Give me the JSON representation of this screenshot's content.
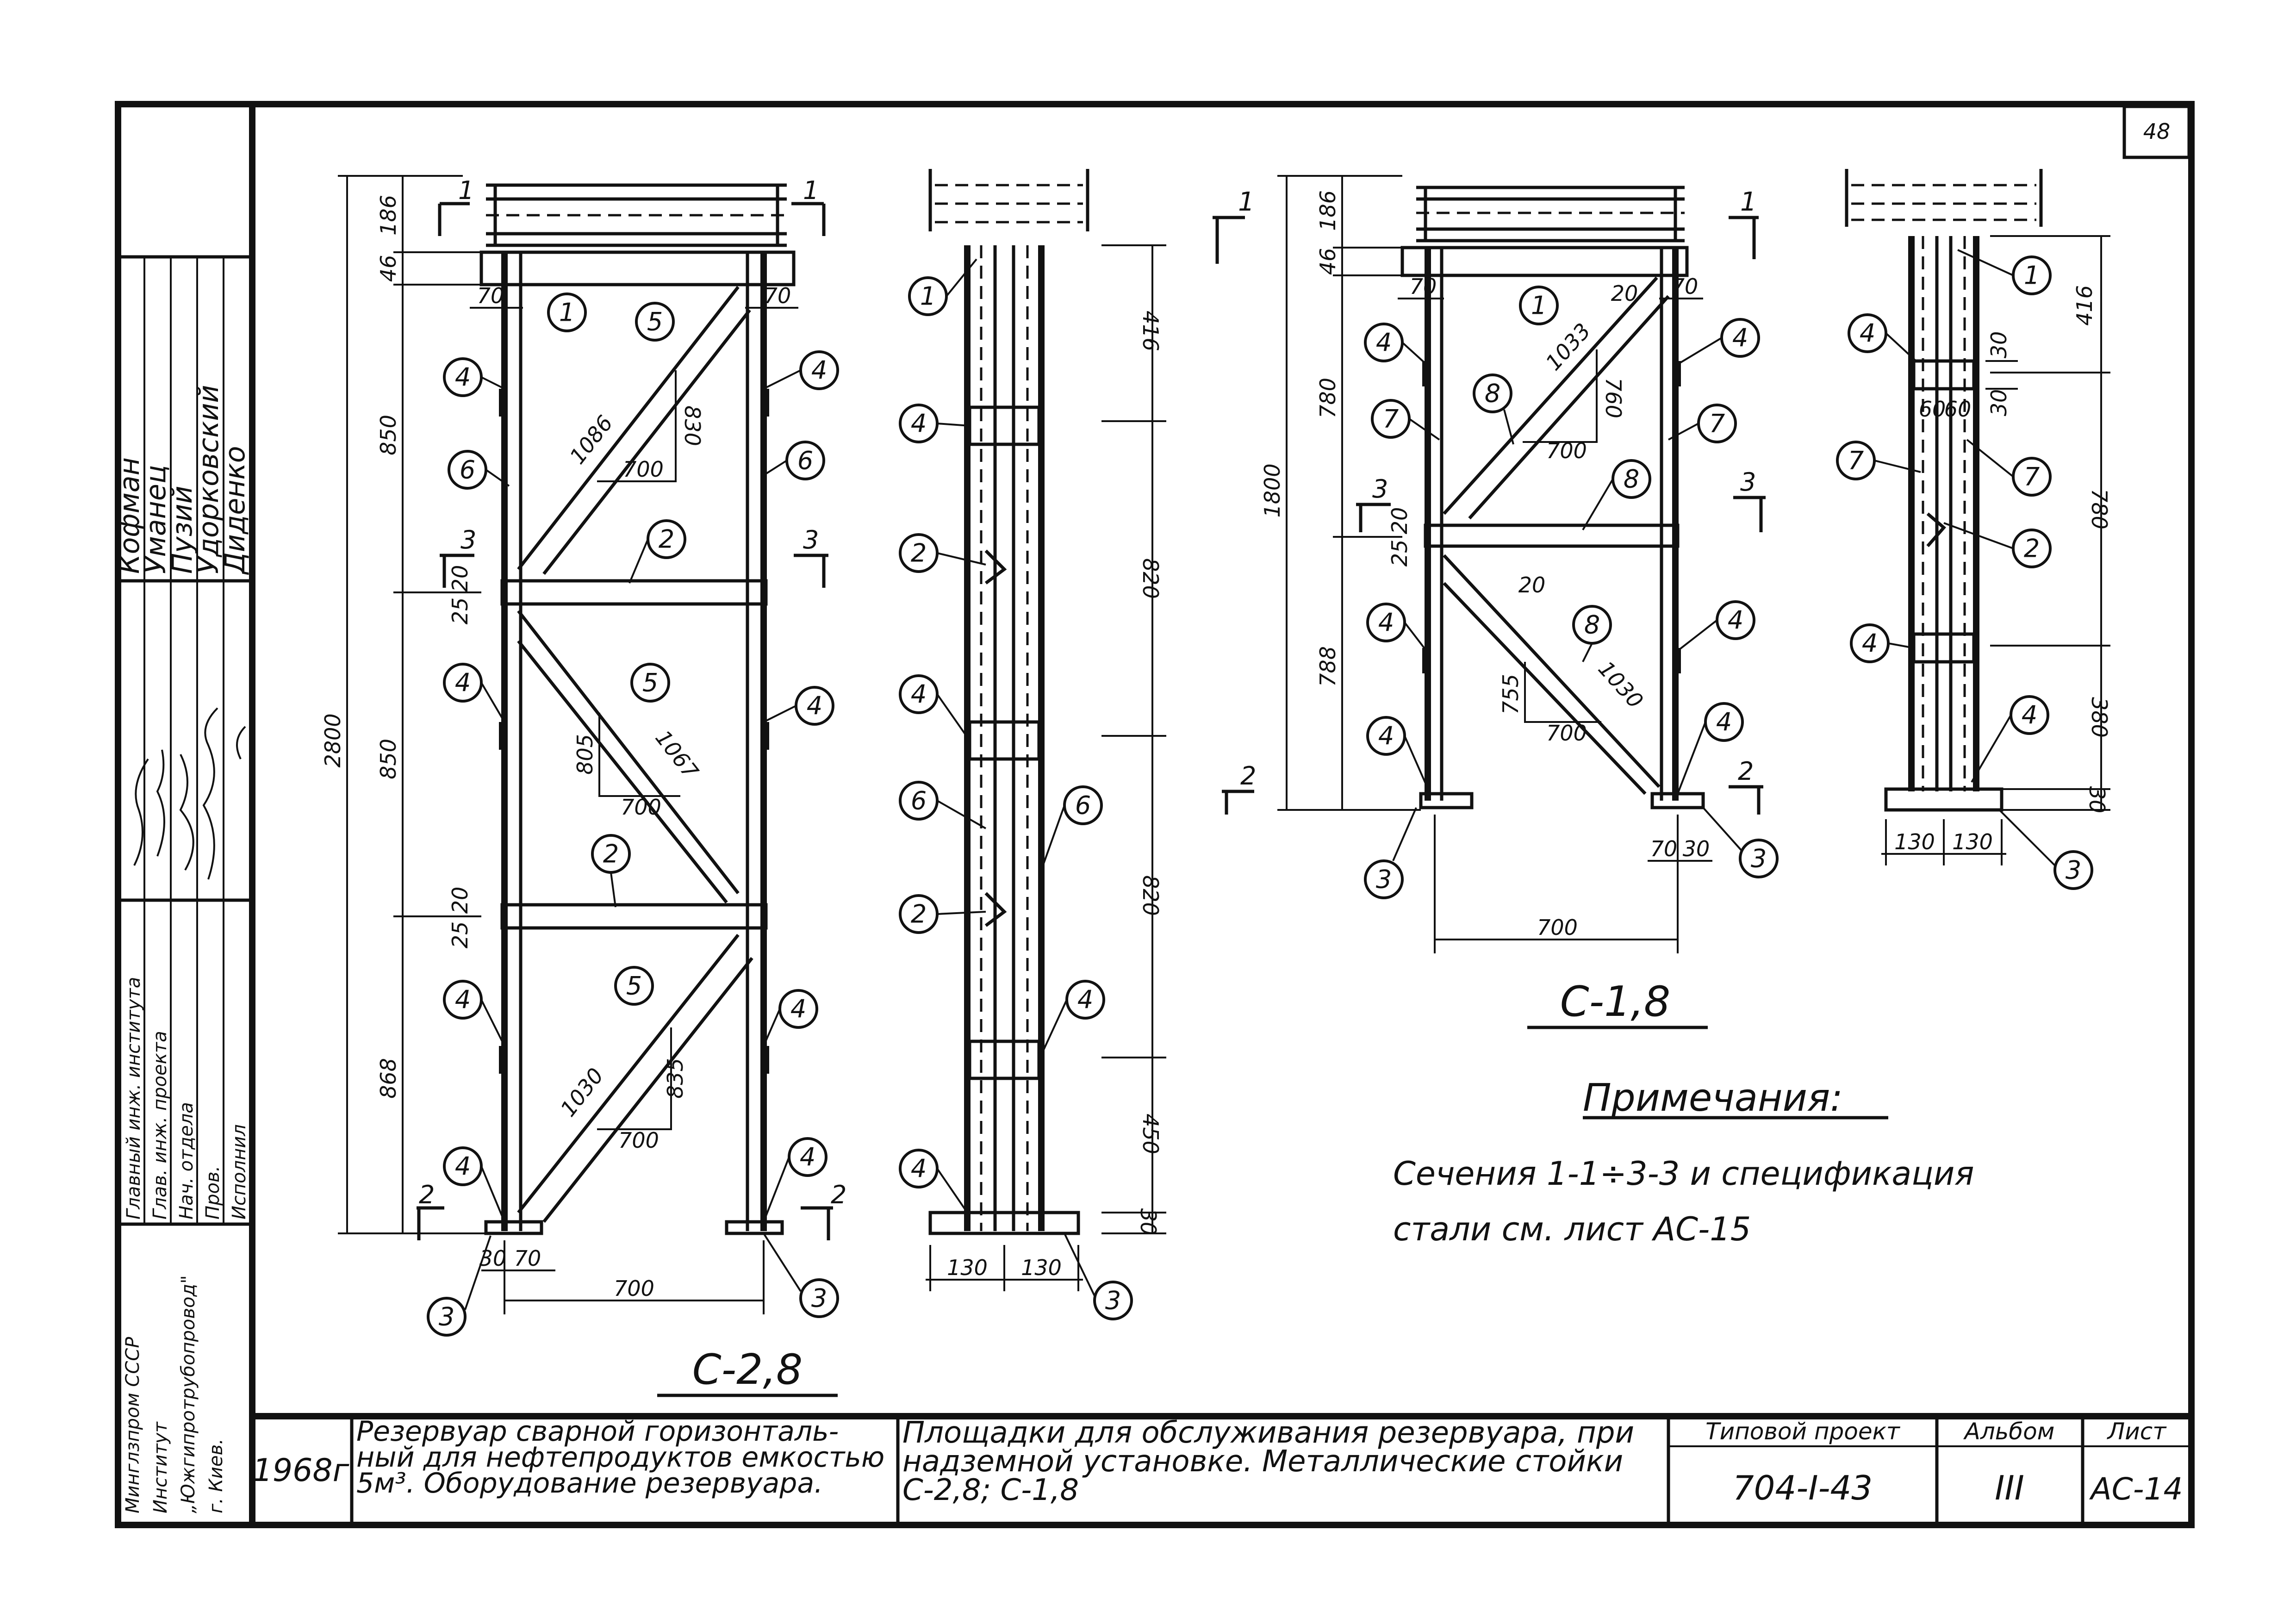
{
  "sheet_number": "48",
  "stamp": {
    "org": [
      "Минглзпром СССР",
      "Институт",
      "„Южгипротрубопровод\"",
      "г. Киев."
    ],
    "roles": [
      "Главный инж. института",
      "Глав. инж. проекта",
      "Нач. отдела",
      "Пров.",
      "Исполнил"
    ],
    "names": [
      "Кофман",
      "Уманец",
      "Пузий",
      "Удорковский",
      "Диденко"
    ]
  },
  "titleblock": {
    "year": "1968г",
    "object_title": "Резервуар сварной горизонталь-ный для нефтепродуктов емкостью 5м³. Оборудование резервуара.",
    "sheet_title": "Площадки для обслуживания резервуара, при надземной установке. Металлические стойки С-2,8; С-1,8",
    "project_label": "Типовой проект",
    "project_value": "704-I-43",
    "album_label": "Альбом",
    "album_value": "III",
    "list_label": "Лист",
    "list_value": "АС-14"
  },
  "views": {
    "c28_title": "С-2,8",
    "c18_title": "С-1,8"
  },
  "notes": {
    "heading": "Примечания:",
    "line1": "Сечения 1-1÷3-3 и спецификация",
    "line2": "стали см. лист АС-15"
  },
  "dims_c28": {
    "total": "2800",
    "d186": "186",
    "d46": "46",
    "p850a": "850",
    "p850b": "850",
    "p868": "868",
    "d20a": "20",
    "d25a": "25",
    "d20b": "20",
    "d25b": "25",
    "w70l": "70",
    "w70r": "70",
    "w700": "700",
    "b30": "30",
    "b70": "70",
    "br1": "1086",
    "br1v": "830",
    "br1h": "700",
    "br2": "1067",
    "br2v": "805",
    "br2h": "700",
    "br3": "1030",
    "br3v": "835",
    "br3h": "700",
    "s416": "416",
    "s820a": "820",
    "s820b": "820",
    "s450": "450",
    "s30": "30",
    "s130l": "130",
    "s130r": "130"
  },
  "dims_c18": {
    "total": "1800",
    "d186": "186",
    "d46": "46",
    "p780": "780",
    "p788": "788",
    "d20": "20",
    "d25": "25",
    "w70l": "70",
    "w70r": "70",
    "w700": "700",
    "b70": "70",
    "b30": "30",
    "br1": "1033",
    "br1v": "760",
    "br1h": "700",
    "br1t": "20",
    "br2": "1030",
    "br2v": "755",
    "br2h": "700",
    "br2t": "20",
    "s416": "416",
    "s30a": "30",
    "s30b": "30",
    "s60a": "60",
    "s60b": "60",
    "s780": "780",
    "s380": "380",
    "s30c": "30",
    "s130l": "130",
    "s130r": "130"
  },
  "sections": {
    "s1": "1",
    "s2": "2",
    "s3": "3"
  },
  "bubbles": {
    "n1": "1",
    "n2": "2",
    "n3": "3",
    "n4": "4",
    "n5": "5",
    "n6": "6",
    "n7": "7",
    "n8": "8"
  }
}
